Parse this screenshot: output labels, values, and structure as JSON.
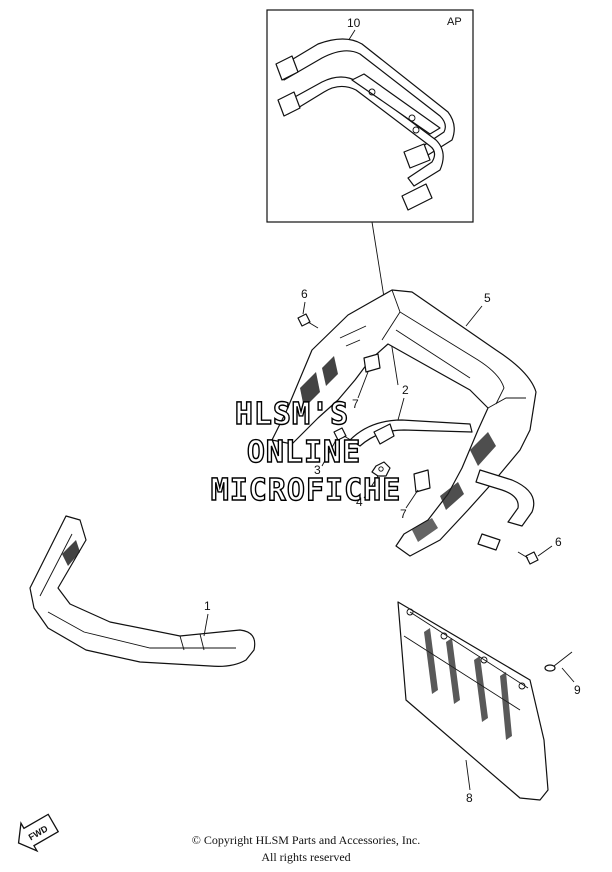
{
  "inset": {
    "label": "AP",
    "part_number": "10"
  },
  "callouts": [
    "1",
    "2",
    "3",
    "4",
    "5",
    "6",
    "6",
    "7",
    "7",
    "8",
    "9"
  ],
  "watermark": {
    "line1": "HLSM'S",
    "line2": "ONLINE",
    "line3": "MICROFICHE"
  },
  "direction_badge": "FWD",
  "copyright": {
    "line1": "© Copyright HLSM Parts and Accessories, Inc.",
    "line2": "All rights reserved"
  }
}
